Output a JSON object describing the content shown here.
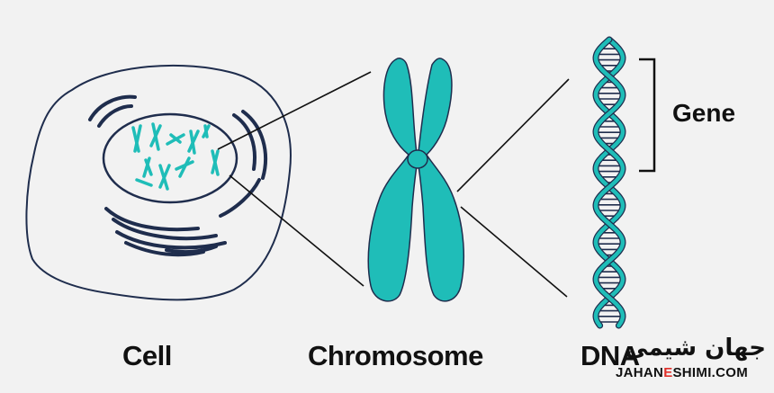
{
  "labels": {
    "cell": "Cell",
    "chromosome": "Chromosome",
    "dna": "DNA",
    "gene": "Gene"
  },
  "watermark": {
    "logo_text": "جهان شیمی",
    "site_left": "JAHAN",
    "site_mid": "E",
    "site_right": "SHIMI.COM"
  },
  "colors": {
    "background": "#f2f2f2",
    "teal": "#1fbdb8",
    "outline": "#1f2d4d",
    "text": "#111111",
    "watermark_accent": "#e0302a"
  }
}
